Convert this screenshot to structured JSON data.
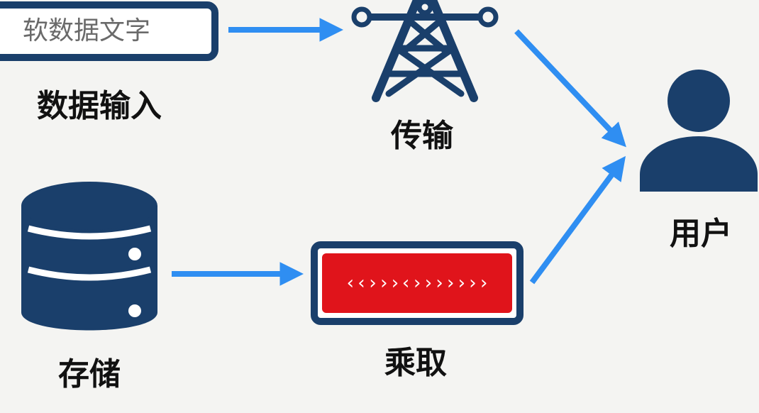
{
  "input": {
    "field_text": "软数据文字",
    "label": "数据输入"
  },
  "transmission": {
    "label": "传输"
  },
  "storage": {
    "label": "存储"
  },
  "capture": {
    "code_text": "‹‹›››‹›››››››",
    "label": "乘取"
  },
  "user": {
    "label": "用户"
  },
  "colors": {
    "dark_blue": "#1a3f6b",
    "arrow_blue": "#2f8ef2",
    "alert_red": "#e0141b",
    "background": "#f4f4f2"
  },
  "icons": [
    "transmission-tower-icon",
    "database-icon",
    "user-icon",
    "arrow-icon"
  ]
}
